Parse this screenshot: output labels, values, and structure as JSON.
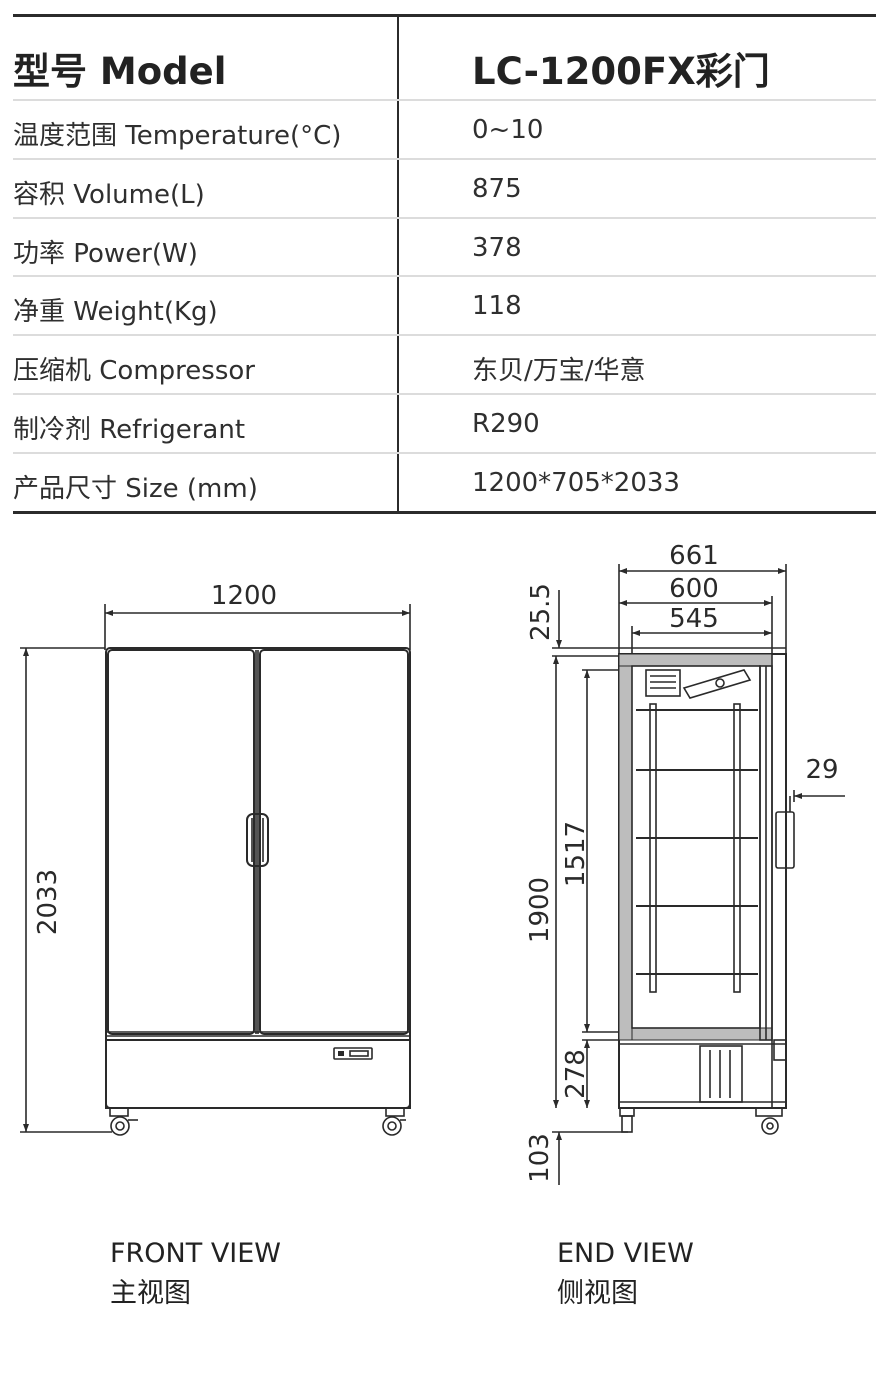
{
  "table": {
    "header": {
      "label": "型号 Model",
      "value": "LC-1200FX彩门"
    },
    "rows": [
      {
        "label": "温度范围 Temperature(°C)",
        "value": "0~10"
      },
      {
        "label": "容积 Volume(L)",
        "value": "875"
      },
      {
        "label": "功率 Power(W)",
        "value": "378"
      },
      {
        "label": "净重 Weight(Kg)",
        "value": "118"
      },
      {
        "label": "压缩机 Compressor",
        "value": "东贝/万宝/华意"
      },
      {
        "label": "制冷剂 Refrigerant",
        "value": "R290"
      },
      {
        "label": "产品尺寸 Size (mm)",
        "value": "1200*705*2033"
      }
    ]
  },
  "front_view": {
    "width_dim": "1200",
    "height_dim": "2033",
    "caption_en": "FRONT VIEW",
    "caption_cn": "主视图"
  },
  "end_view": {
    "depth_dims": [
      "661",
      "600",
      "545"
    ],
    "top_offset_dim": "25.5",
    "door_dim": "29",
    "heights": {
      "total_inner": "1900",
      "shelf_zone": "1517",
      "base": "278",
      "feet": "103"
    },
    "caption_en": "END VIEW",
    "caption_cn": "侧视图"
  },
  "colors": {
    "line": "#2a2a2a",
    "rule": "#2b2b2b",
    "separator": "#dcdcdc"
  }
}
